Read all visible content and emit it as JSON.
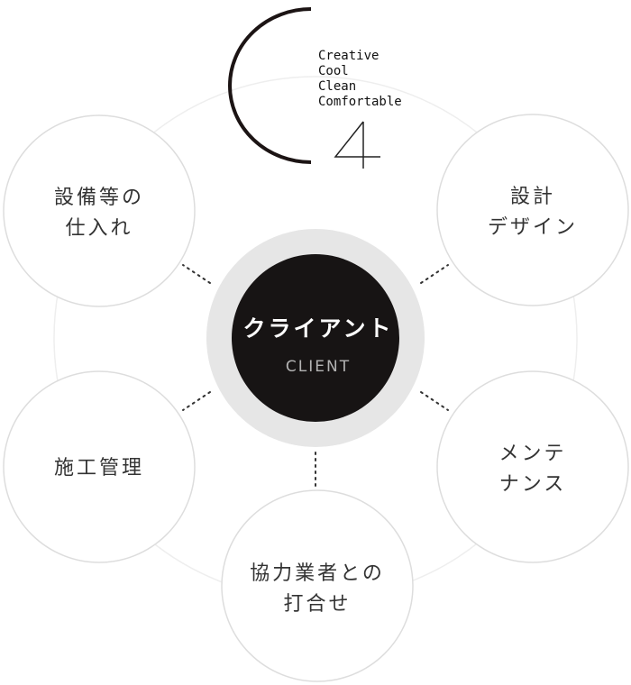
{
  "logo": {
    "taglines": [
      "Creative",
      "Cool",
      "Clean",
      "Comfortable"
    ],
    "numeral": "4"
  },
  "center": {
    "label_jp": "クライアント",
    "label_en": "CLIENT"
  },
  "nodes": [
    {
      "lines": [
        "設計",
        "デザイン"
      ]
    },
    {
      "lines": [
        "メンテ",
        "ナンス"
      ]
    },
    {
      "lines": [
        "協力業者との",
        "打合せ"
      ]
    },
    {
      "lines": [
        "施工管理"
      ]
    },
    {
      "lines": [
        "設備等の",
        "仕入れ"
      ]
    }
  ]
}
